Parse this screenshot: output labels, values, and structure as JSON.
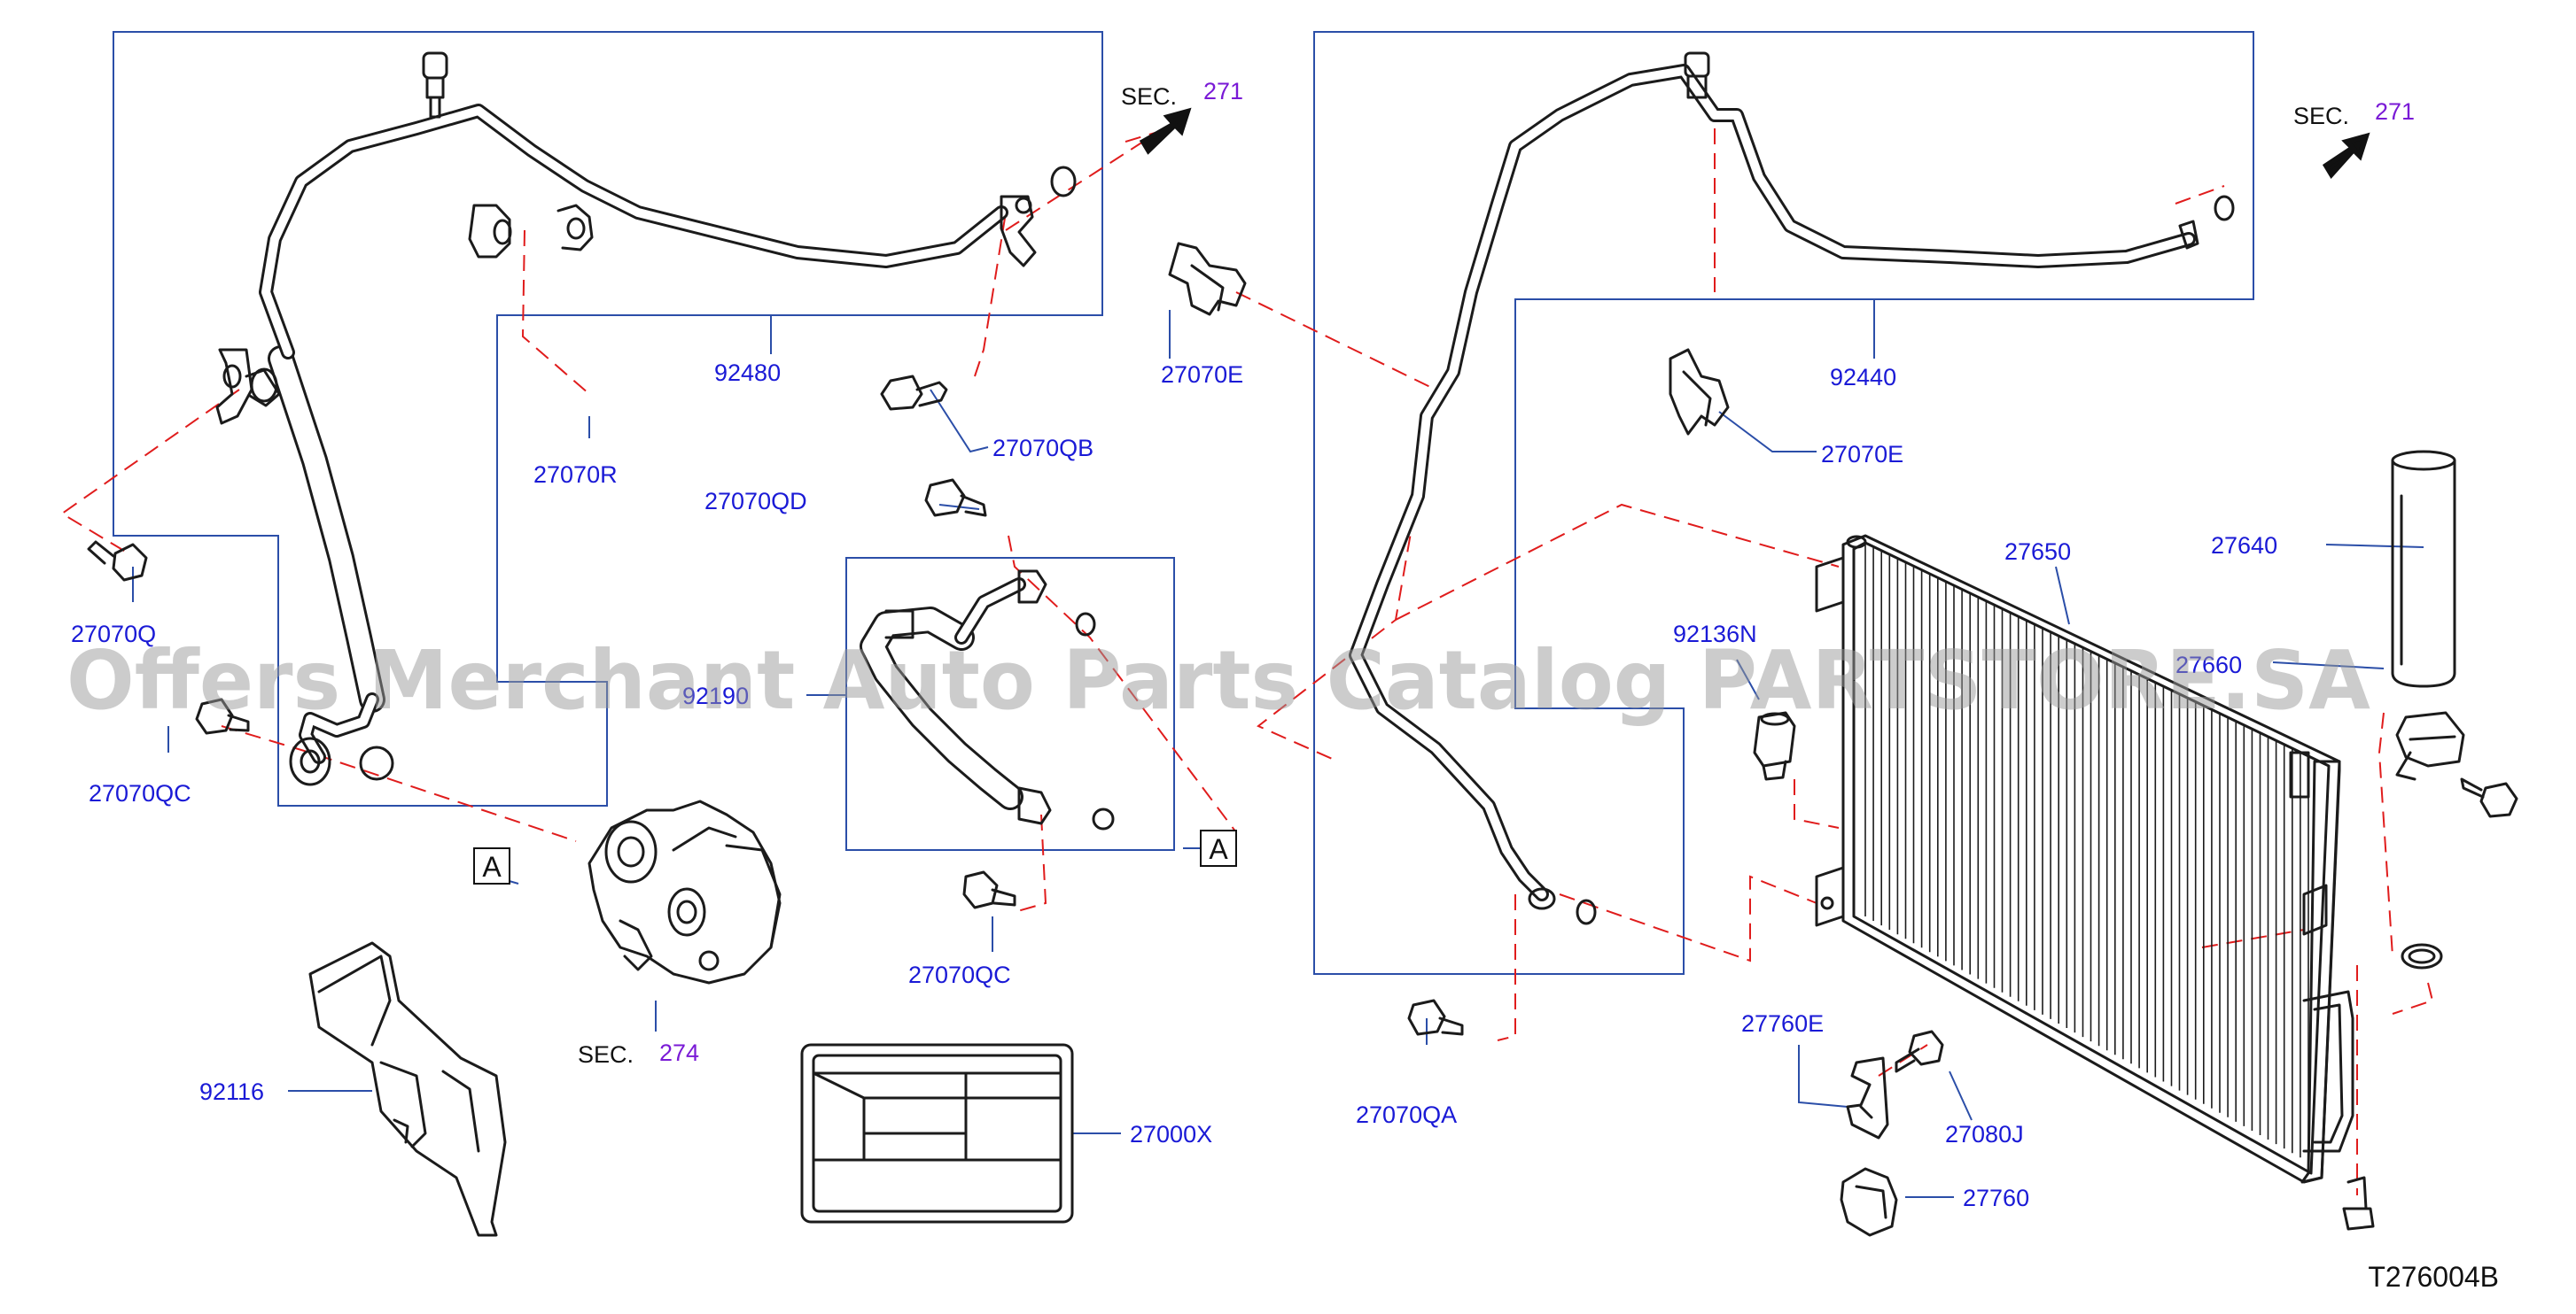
{
  "diagram": {
    "parts": {
      "p92480": "92480",
      "p27070R": "27070R",
      "p27070QB": "27070QB",
      "p27070Q": "27070Q",
      "p27070QC_a": "27070QC",
      "p27070QD": "27070QD",
      "p92190": "92190",
      "p27070QC_b": "27070QC",
      "p27070E_a": "27070E",
      "p92440": "92440",
      "p27070E_b": "27070E",
      "p92136N": "92136N",
      "p27650": "27650",
      "p27640": "27640",
      "p27660": "27660",
      "p27070QA": "27070QA",
      "p27760E": "27760E",
      "p27080J": "27080J",
      "p27760": "27760",
      "p92116": "92116",
      "p27000X": "27000X"
    },
    "sections": {
      "top_left": {
        "prefix": "SEC.",
        "number": "271"
      },
      "top_right": {
        "prefix": "SEC.",
        "number": "271"
      },
      "compressor": {
        "prefix": "SEC.",
        "number": "274"
      }
    },
    "ref_boxes": {
      "left": "A",
      "right": "A"
    },
    "diagram_code": "T276004B",
    "watermark": "Offers Merchant Auto Parts Catalog PARTSTORE.SA",
    "colors": {
      "part_number": "#1a1ad6",
      "section_number": "#7a1ad6",
      "leader_line": "#2b4ea8",
      "dashed_guide": "#e01c1c",
      "drawing": "#1b1b1b"
    }
  }
}
